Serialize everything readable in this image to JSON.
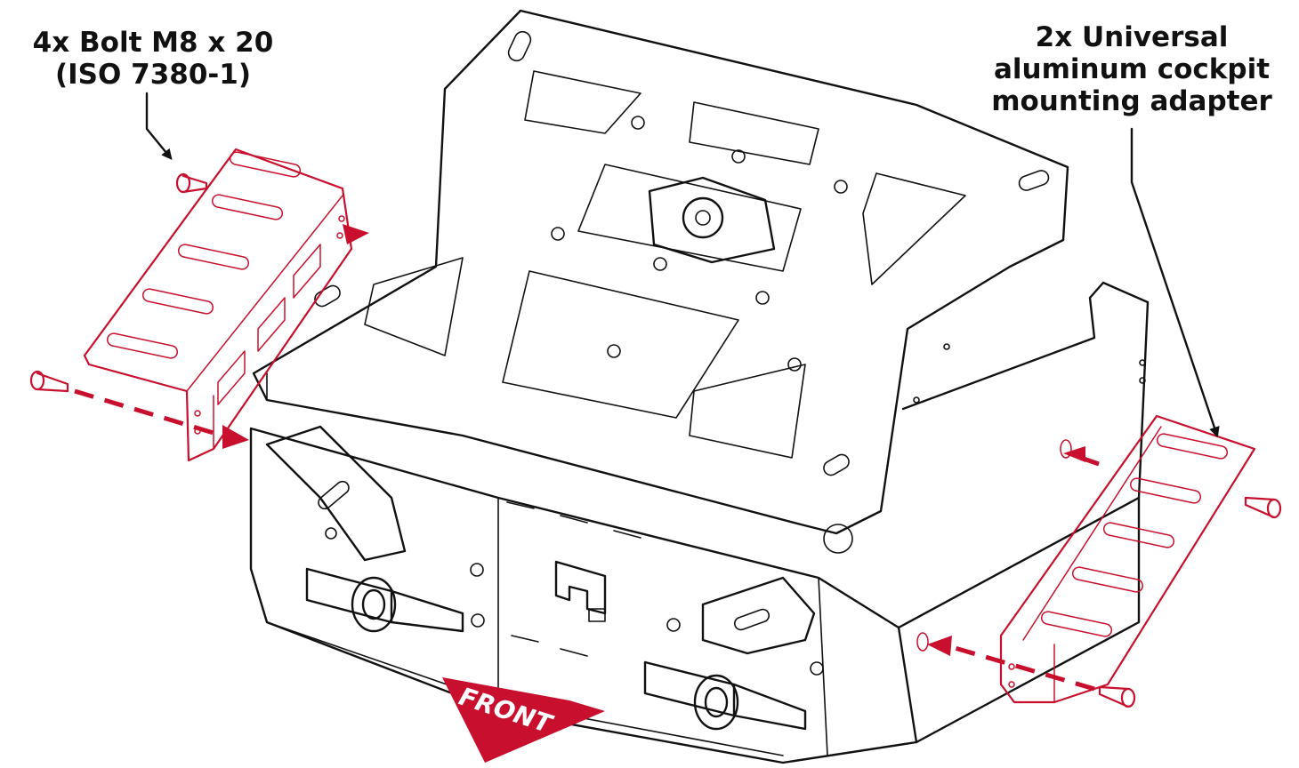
{
  "labels": {
    "bolt_line1": "4x Bolt M8 x 20",
    "bolt_line2": "(ISO 7380-1)",
    "adapter_line1": "2x Universal",
    "adapter_line2": "aluminum cockpit",
    "adapter_line3": "mounting adapter",
    "front": "FRONT"
  },
  "colors": {
    "accent": "#c8102e",
    "line": "#111111",
    "background": "#ffffff"
  }
}
